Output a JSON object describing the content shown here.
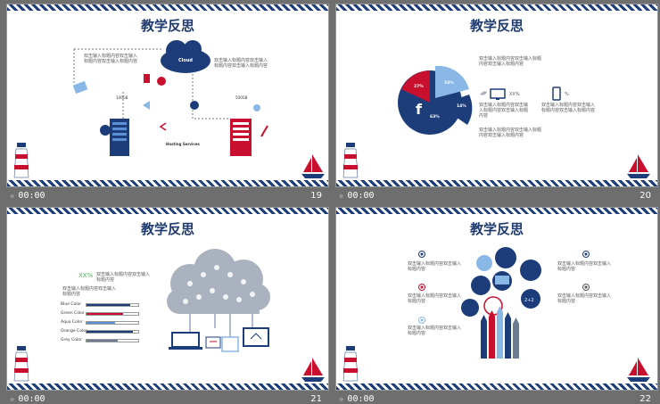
{
  "slides": [
    {
      "title": "教学反思",
      "time": "00:00",
      "page": "19",
      "cloud_label": "Cloud",
      "left_server_label": "100GB",
      "right_server_label": "500GB",
      "hosting_label": "Hosting Services",
      "text_top": "双击输入标题内容双击输入标题内容双击输入标题内容",
      "text_right": "双击输入标题内容双击输入标题内容双击输入标题内容"
    },
    {
      "title": "教学反思",
      "time": "00:00",
      "page": "20",
      "pie_labels": [
        "27%",
        "23%",
        "14%",
        "63%"
      ],
      "desktop_pct": "XX%",
      "mobile_pct": "%",
      "text_top": "双击输入标题内容双击输入标题内容双击输入标题内容",
      "text_left": "双击输入标题内容双击输入标题内容双击输入标题内容",
      "text_right": "双击输入标题内容双击输入标题内容双击输入标题内容",
      "text_bottom": "双击输入标题内容双击输入标题内容双击输入标题内容"
    },
    {
      "title": "教学反思",
      "time": "00:00",
      "page": "21",
      "big_pct": "XX%",
      "text_top": "双击输入标题内容双击输入标题内容",
      "text_mid": "双击输入标题内容双击输入标题内容",
      "bars": [
        {
          "label": "Blue Color",
          "value": 0.85,
          "color": "#1d3d7a"
        },
        {
          "label": "Green Color",
          "value": 0.7,
          "color": "#c8102e"
        },
        {
          "label": "Aqua Color",
          "value": 0.55,
          "color": "#5b8fd6"
        },
        {
          "label": "Orange Color",
          "value": 0.9,
          "color": "#1d3d7a"
        },
        {
          "label": "Grey Color",
          "value": 0.6,
          "color": "#6b7b91"
        }
      ]
    },
    {
      "title": "教学反思",
      "time": "00:00",
      "page": "22",
      "bullets_left": [
        "双击输入标题内容双击输入标题内容",
        "双击输入标题内容双击输入标题内容",
        "双击输入标题内容双击输入标题内容"
      ],
      "bullets_right": [
        "双击输入标题内容双击输入标题内容",
        "双击输入标题内容双击输入标题内容"
      ],
      "bubble_math": "2+2"
    }
  ],
  "colors": {
    "navy": "#1d3d7a",
    "red": "#c8102e",
    "light_blue": "#8ab8e6",
    "grey": "#aab2c0"
  }
}
